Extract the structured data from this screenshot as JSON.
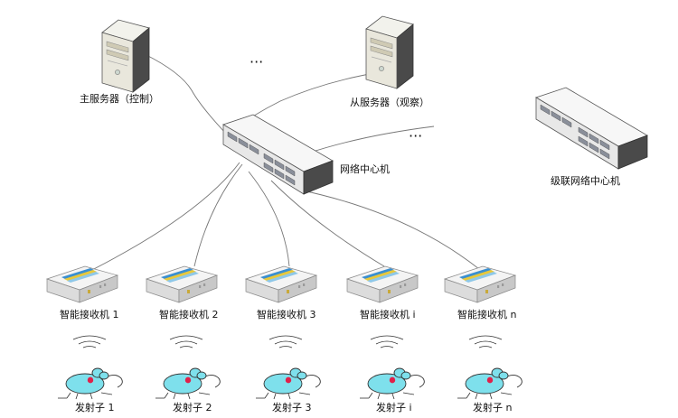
{
  "diagram": {
    "servers": {
      "main": "主服务器（控制）",
      "secondary": "从服务器（观察）",
      "ellipsis": "···"
    },
    "switches": {
      "center": "网络中心机",
      "cascade": "级联网络中心机",
      "ellipsis": "···"
    },
    "receivers": [
      "智能接收机 1",
      "智能接收机 2",
      "智能接收机 3",
      "智能接收机 i",
      "智能接收机 n"
    ],
    "transmitters": [
      "发射子 1",
      "发射子 2",
      "发射子 3",
      "发射子 i",
      "发射子 n"
    ],
    "colors": {
      "mouse_body": "#7ee0ec",
      "mouse_eye": "#e0204a",
      "stripe_blue": "#3a8fd0",
      "stripe_yellow": "#e8c83a"
    }
  }
}
